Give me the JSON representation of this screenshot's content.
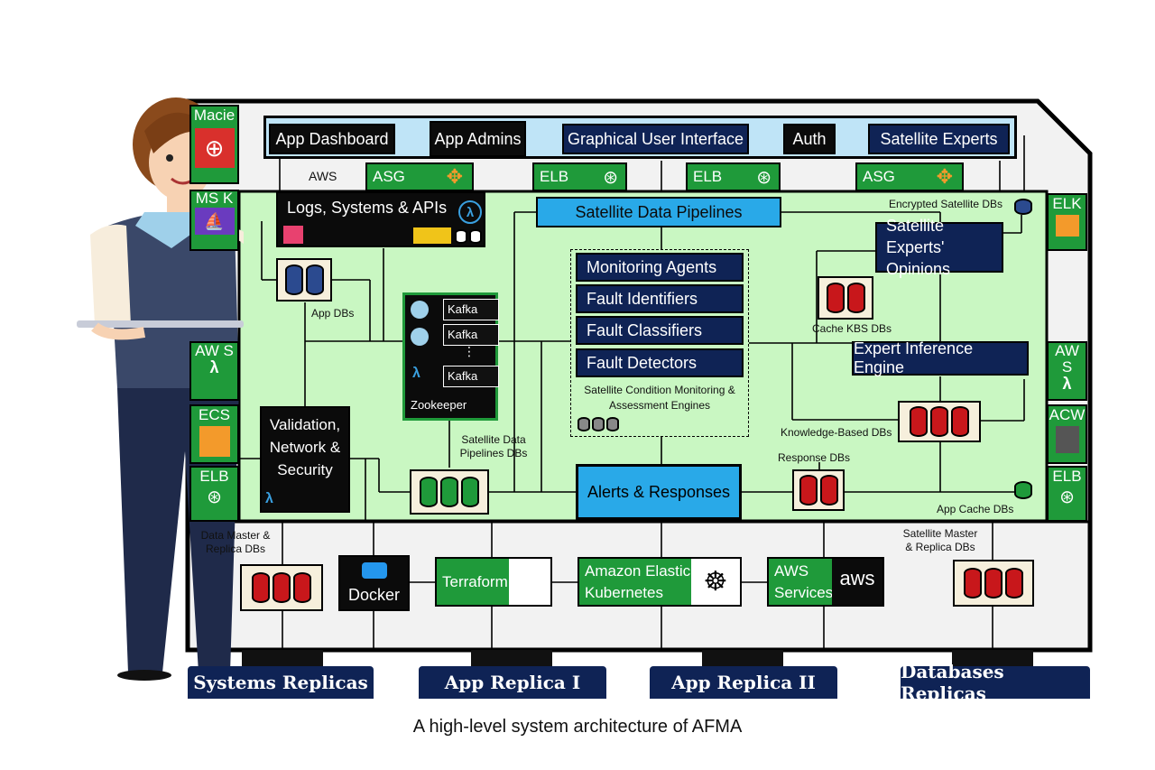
{
  "caption": "A high-level system architecture of AFMA",
  "top_bar": {
    "app_dashboard": "App Dashboard",
    "app_admins": "App Admins",
    "gui": "Graphical User Interface",
    "auth": "Auth",
    "satellite_experts": "Satellite Experts"
  },
  "strip": {
    "aws": "AWS",
    "asg_left": "ASG",
    "elb_left": "ELB",
    "elb_right": "ELB",
    "asg_right": "ASG"
  },
  "left_col": {
    "macie": "Macie",
    "msk": "MS K",
    "aws_lambda": "AW S",
    "ecs": "ECS",
    "elb": "ELB"
  },
  "right_col": {
    "elk": "ELK",
    "aws_lambda": "AW S",
    "acw": "ACW",
    "elb": "ELB"
  },
  "core": {
    "logs": "Logs, Systems & APIs",
    "app_dbs": "App DBs",
    "kafka": [
      "Kafka",
      "Kafka",
      "Kafka"
    ],
    "kafka_ellipsis": "⋮",
    "zookeeper": "Zookeeper",
    "validation": "Validation, Network & Security",
    "pipelines_dbs": "Satellite Data Pipelines DBs",
    "satellite_pipelines": "Satellite Data Pipelines",
    "monitoring": [
      "Monitoring Agents",
      "Fault Identifiers",
      "Fault Classifiers",
      "Fault Detectors"
    ],
    "scm_label": "Satellite Condition Monitoring & Assessment Engines",
    "alerts": "Alerts & Responses",
    "encrypted_dbs": "Encrypted Satellite DBs",
    "expert_opinions": "Satellite Experts' Opinions",
    "cache_kbs": "Cache KBS DBs",
    "inference": "Expert Inference Engine",
    "kb_dbs": "Knowledge-Based DBs",
    "response_dbs": "Response DBs",
    "app_cache_dbs": "App Cache DBs"
  },
  "bottom": {
    "data_master": "Data Master & Replica DBs",
    "docker": "Docker",
    "terraform": "Terraform",
    "eks": "Amazon Elastic Kubernetes",
    "aws_services": "AWS Services",
    "aws_logo": "aws",
    "sat_master": "Satellite Master & Replica DBs"
  },
  "replicas": [
    "Systems Replicas",
    "App Replica I",
    "App Replica II",
    "Databases Replicas"
  ],
  "colors": {
    "navy": "#0f2355",
    "green": "#1f9a3a",
    "sky": "#29a9e8",
    "red": "#c8171b",
    "core_bg": "#c9f7c2"
  }
}
